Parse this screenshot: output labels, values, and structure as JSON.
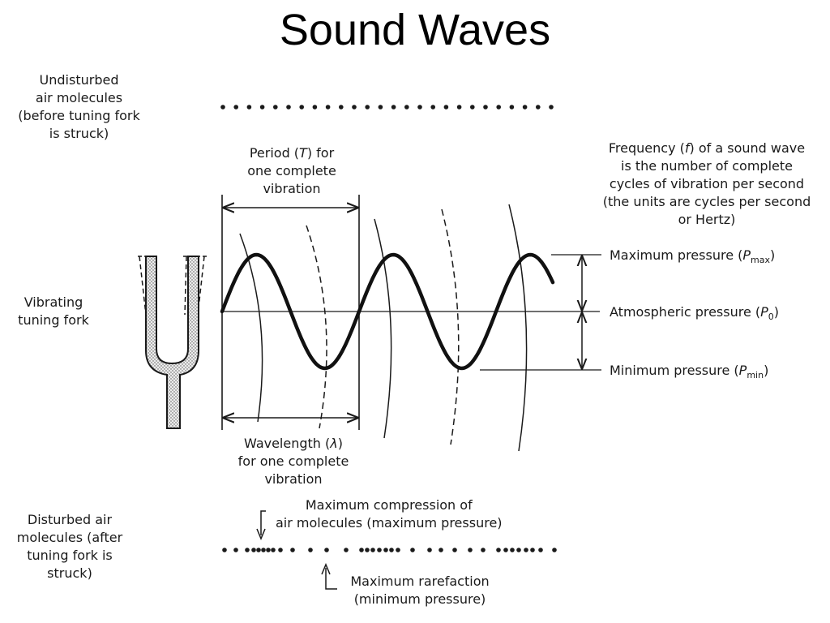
{
  "title": "Sound Waves",
  "labels": {
    "undisturbed": [
      "Undisturbed",
      "air molecules",
      "(before tuning fork",
      "is struck)"
    ],
    "vibrating_fork": [
      "Vibrating",
      "tuning fork"
    ],
    "disturbed": [
      "Disturbed air",
      "molecules (after",
      "tuning fork is",
      "struck)"
    ],
    "period": {
      "l1_pre": "Period (",
      "l1_var": "T",
      "l1_post": ") for",
      "l2": "one complete",
      "l3": "vibration"
    },
    "wavelength": {
      "l1_pre": "Wavelength (",
      "l1_var": "λ",
      "l1_post": ")",
      "l2": "for one complete",
      "l3": "vibration"
    },
    "frequency": {
      "l1_pre": "Frequency (",
      "l1_var": "f",
      "l1_post": ") of a sound wave",
      "l2": "is the number of complete",
      "l3": "cycles of vibration per second",
      "l4": "(the units are cycles per second",
      "l5": "or Hertz)"
    },
    "max_pressure": {
      "text": "Maximum pressure (",
      "var": "P",
      "sub": "max",
      "close": ")"
    },
    "atm_pressure": {
      "text": "Atmospheric pressure (",
      "var": "P",
      "sub": "0",
      "close": ")"
    },
    "min_pressure": {
      "text": "Minimum pressure (",
      "var": "P",
      "sub": "min",
      "close": ")"
    },
    "max_compression": [
      "Maximum compression of",
      "air molecules (maximum pressure)"
    ],
    "max_rarefaction": [
      "Maximum rarefaction",
      "(minimum pressure)"
    ]
  },
  "colors": {
    "ink": "#1a1a1a",
    "fork_fill": "#d9d9d9"
  }
}
